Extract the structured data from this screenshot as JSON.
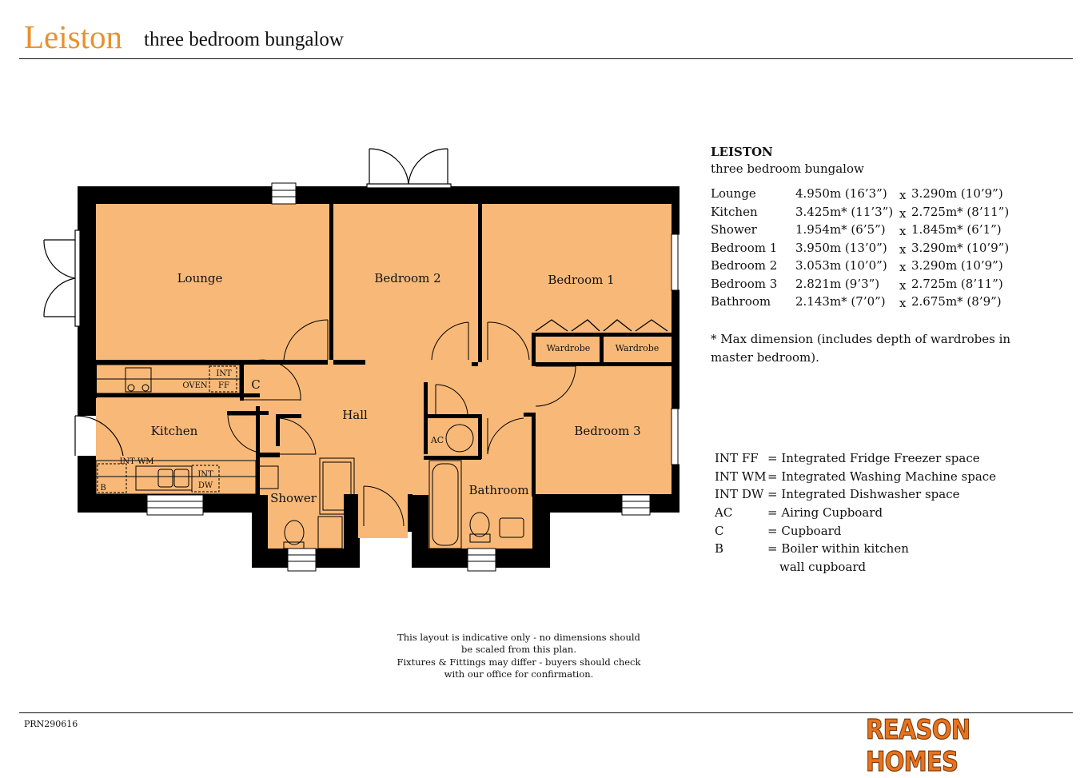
{
  "header": {
    "title": "Leiston",
    "subtitle": "three bedroom bungalow"
  },
  "colors": {
    "accent": "#e8912e",
    "room_fill": "#f8b978",
    "wall": "#000000",
    "brand": "#e8731e"
  },
  "spec": {
    "name": "LEISTON",
    "type": "three bedroom bungalow"
  },
  "dimensions": [
    {
      "room": "Lounge",
      "a": "4.950m (16’3”)",
      "x": "x",
      "b": "3.290m (10’9”)"
    },
    {
      "room": "Kitchen",
      "a": "3.425m* (11’3”)",
      "x": "x",
      "b": "2.725m* (8’11”)"
    },
    {
      "room": "Shower",
      "a": "1.954m* (6’5”)",
      "x": "x",
      "b": "1.845m* (6’1”)"
    },
    {
      "room": "Bedroom 1",
      "a": "3.950m (13’0”)",
      "x": "x",
      "b": "3.290m* (10’9”)"
    },
    {
      "room": "Bedroom 2",
      "a": "3.053m (10’0”)",
      "x": "x",
      "b": "3.290m (10’9”)"
    },
    {
      "room": "Bedroom 3",
      "a": "2.821m (9’3”)",
      "x": "x",
      "b": "2.725m (8’11”)"
    },
    {
      "room": "Bathroom",
      "a": "2.143m* (7’0”)",
      "x": "x",
      "b": "2.675m* (8’9”)"
    }
  ],
  "note": "* Max dimension (includes depth of wardrobes in master bedroom).",
  "legend": [
    {
      "code": "INT FF",
      "desc": "= Integrated Fridge Freezer space"
    },
    {
      "code": "INT WM",
      "desc": "= Integrated Washing Machine space"
    },
    {
      "code": "INT DW",
      "desc": "= Integrated Dishwasher space"
    },
    {
      "code": "AC",
      "desc": "= Airing Cupboard"
    },
    {
      "code": "C",
      "desc": "= Cupboard"
    },
    {
      "code": "B",
      "desc": "= Boiler within kitchen"
    }
  ],
  "legend_continuation": "wall cupboard",
  "plan": {
    "rooms": {
      "lounge": "Lounge",
      "bedroom2": "Bedroom 2",
      "bedroom1": "Bedroom 1",
      "hall": "Hall",
      "kitchen": "Kitchen",
      "bedroom3": "Bedroom 3",
      "shower": "Shower",
      "bathroom": "Bathroom"
    },
    "fixtures": {
      "wardrobe_1": "Wardrobe",
      "wardrobe_2": "Wardrobe",
      "oven": "OVEN",
      "int_ff_1": "INT",
      "int_ff_2": "FF",
      "int_dw_1": "INT",
      "int_dw_2": "DW",
      "int_wm": "INT WM",
      "boiler": "B",
      "cupboard": "C",
      "airing": "AC"
    }
  },
  "disclaimer": [
    "This layout is indicative only - no dimensions should",
    "be scaled from this plan.",
    "Fixtures & Fittings may differ - buyers should check",
    "with our office for confirmation."
  ],
  "footer": {
    "reference": "PRN290616",
    "brand": "REASON HOMES"
  }
}
